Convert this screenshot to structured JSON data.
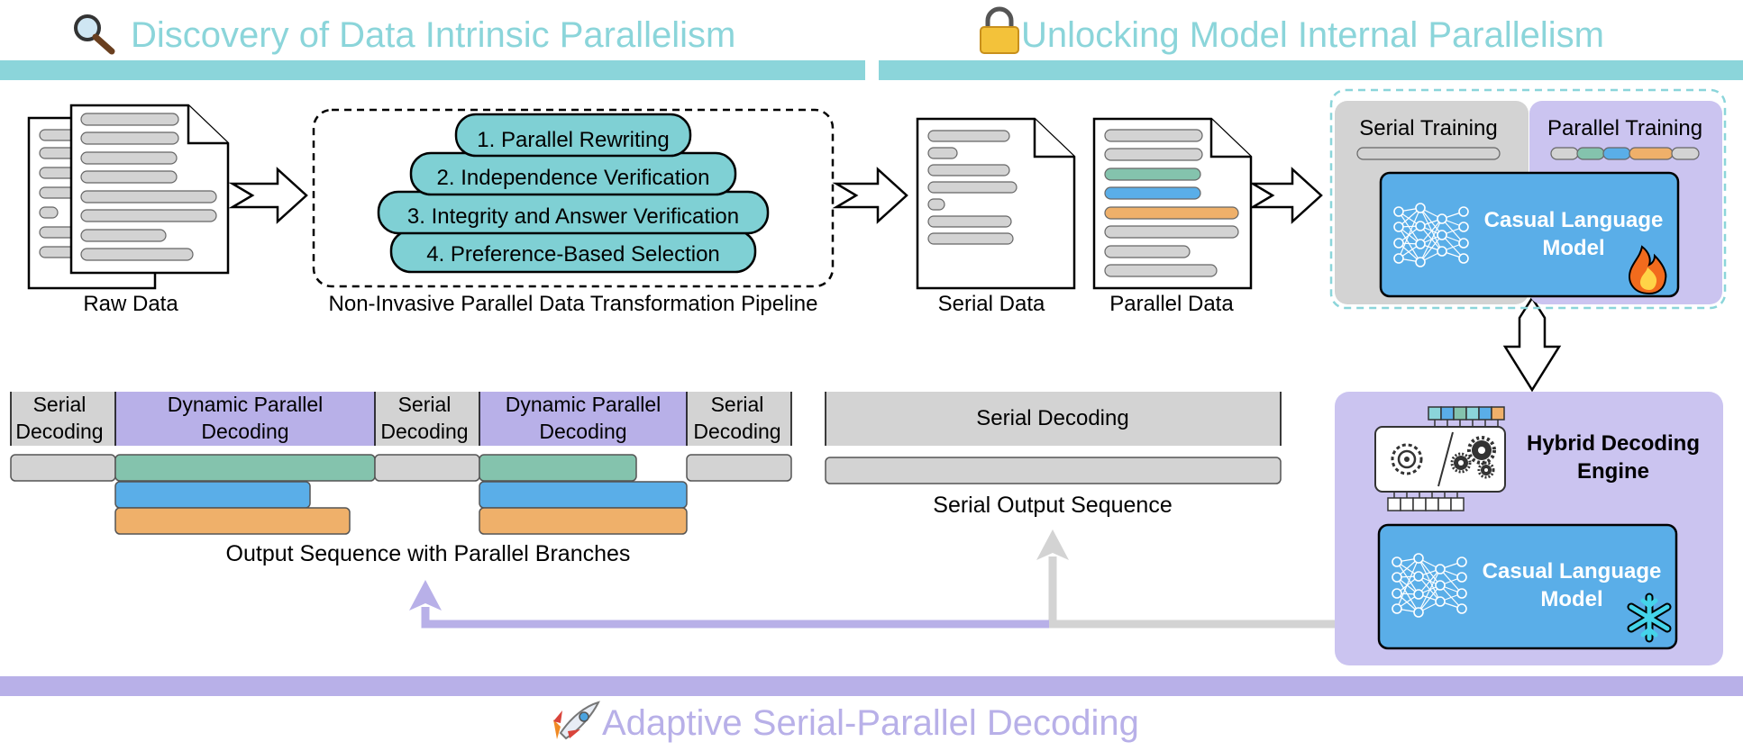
{
  "colors": {
    "teal": "#8bd5da",
    "teal_fill": "#7fd0d4",
    "purple": "#b8b0e8",
    "purple_light": "#cbc4f0",
    "gray": "#d3d3d3",
    "blue": "#5aaee8",
    "green": "#84c3ad",
    "orange": "#efb06a"
  },
  "sections": {
    "discovery": {
      "icon": "magnifier-icon",
      "title": "Discovery of Data Intrinsic Parallelism"
    },
    "unlocking": {
      "icon": "lock-icon",
      "title": "Unlocking Model Internal Parallelism"
    },
    "decoding": {
      "icon": "rocket-icon",
      "title": "Adaptive Serial-Parallel Decoding"
    }
  },
  "data_stage": {
    "raw_label": "Raw Data",
    "pipeline_label": "Non-Invasive Parallel Data Transformation Pipeline",
    "pipeline_steps": [
      "1. Parallel Rewriting",
      "2. Independence Verification",
      "3. Integrity and Answer Verification",
      "4. Preference-Based Selection"
    ],
    "serial_label": "Serial Data",
    "parallel_label": "Parallel Data"
  },
  "training": {
    "serial_title": "Serial Training",
    "parallel_title": "Parallel Training",
    "model_name_line1": "Casual Language",
    "model_name_line2": "Model",
    "model_icon": "flame-icon"
  },
  "engine": {
    "title_line1": "Hybrid Decoding",
    "title_line2": "Engine",
    "engine_icon": "gears-chip-icon",
    "model_name_line1": "Casual Language",
    "model_name_line2": "Model",
    "model_icon": "snowflake-icon"
  },
  "parallel_output": {
    "segments": [
      {
        "line1": "Serial",
        "line2": "Decoding",
        "kind": "serial"
      },
      {
        "line1": "Dynamic Parallel",
        "line2": "Decoding",
        "kind": "parallel"
      },
      {
        "line1": "Serial",
        "line2": "Decoding",
        "kind": "serial"
      },
      {
        "line1": "Dynamic Parallel",
        "line2": "Decoding",
        "kind": "parallel"
      },
      {
        "line1": "Serial",
        "line2": "Decoding",
        "kind": "serial"
      }
    ],
    "caption": "Output Sequence with Parallel Branches"
  },
  "serial_output": {
    "header": "Serial Decoding",
    "caption": "Serial Output Sequence"
  }
}
